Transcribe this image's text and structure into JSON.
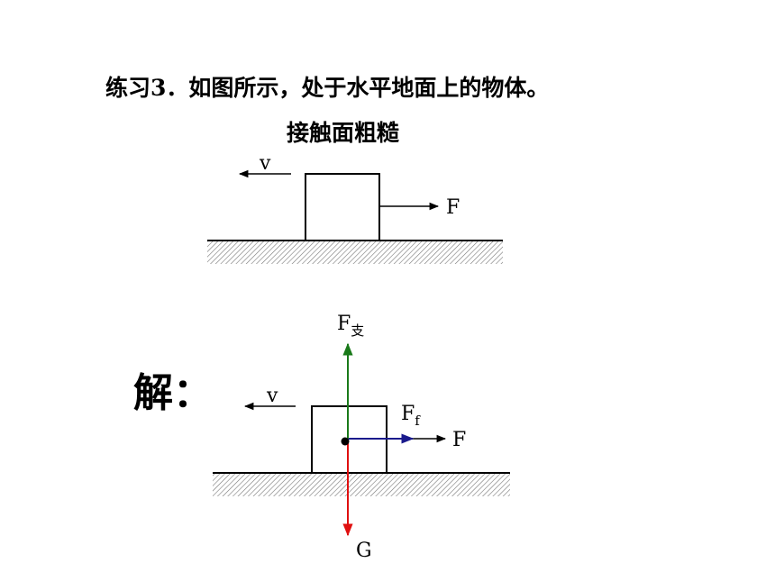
{
  "problem": {
    "title": "练习3．如图所示，处于水平地面上的物体。",
    "subtitle": "接触面粗糙"
  },
  "diagram_top": {
    "velocity_label": "v",
    "force_label": "F"
  },
  "solution": {
    "label": "解：",
    "velocity_label": "v",
    "support_force": {
      "main": "F",
      "subscript": "支"
    },
    "friction_force": {
      "main": "F",
      "subscript": "f"
    },
    "applied_force_label": "F",
    "gravity_label": "G"
  },
  "colors": {
    "support_force": "#1a7a1a",
    "gravity": "#e01010",
    "friction": "#1a1a8c",
    "line": "#000000"
  }
}
